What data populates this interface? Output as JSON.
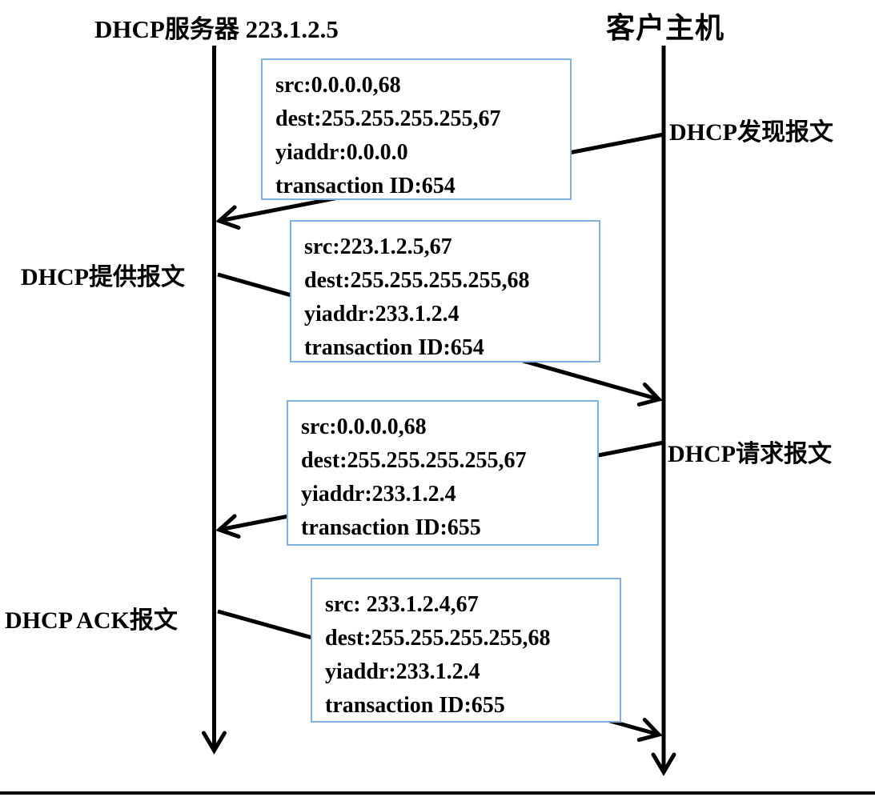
{
  "titles": {
    "server": "DHCP服务器 223.1.2.5",
    "client": "客户主机"
  },
  "messages": [
    {
      "label": "DHCP发现报文",
      "direction": "client-to-server",
      "fields": [
        "src:0.0.0.0,68",
        "dest:255.255.255.255,67",
        "yiaddr:0.0.0.0",
        "transaction ID:654"
      ]
    },
    {
      "label": "DHCP提供报文",
      "direction": "server-to-client",
      "fields": [
        "src:223.1.2.5,67",
        "dest:255.255.255.255,68",
        "yiaddr:233.1.2.4",
        "transaction ID:654"
      ]
    },
    {
      "label": "DHCP请求报文",
      "direction": "client-to-server",
      "fields": [
        "src:0.0.0.0,68",
        "dest:255.255.255.255,67",
        "yiaddr:233.1.2.4",
        "transaction ID:655"
      ]
    },
    {
      "label": "DHCP ACK报文",
      "direction": "server-to-client",
      "fields": [
        "src: 233.1.2.4,67",
        "dest:255.255.255.255,68",
        "yiaddr:233.1.2.4",
        "transaction ID:655"
      ]
    }
  ],
  "colors": {
    "box_border": "#7EB1E2",
    "line": "#000000"
  }
}
